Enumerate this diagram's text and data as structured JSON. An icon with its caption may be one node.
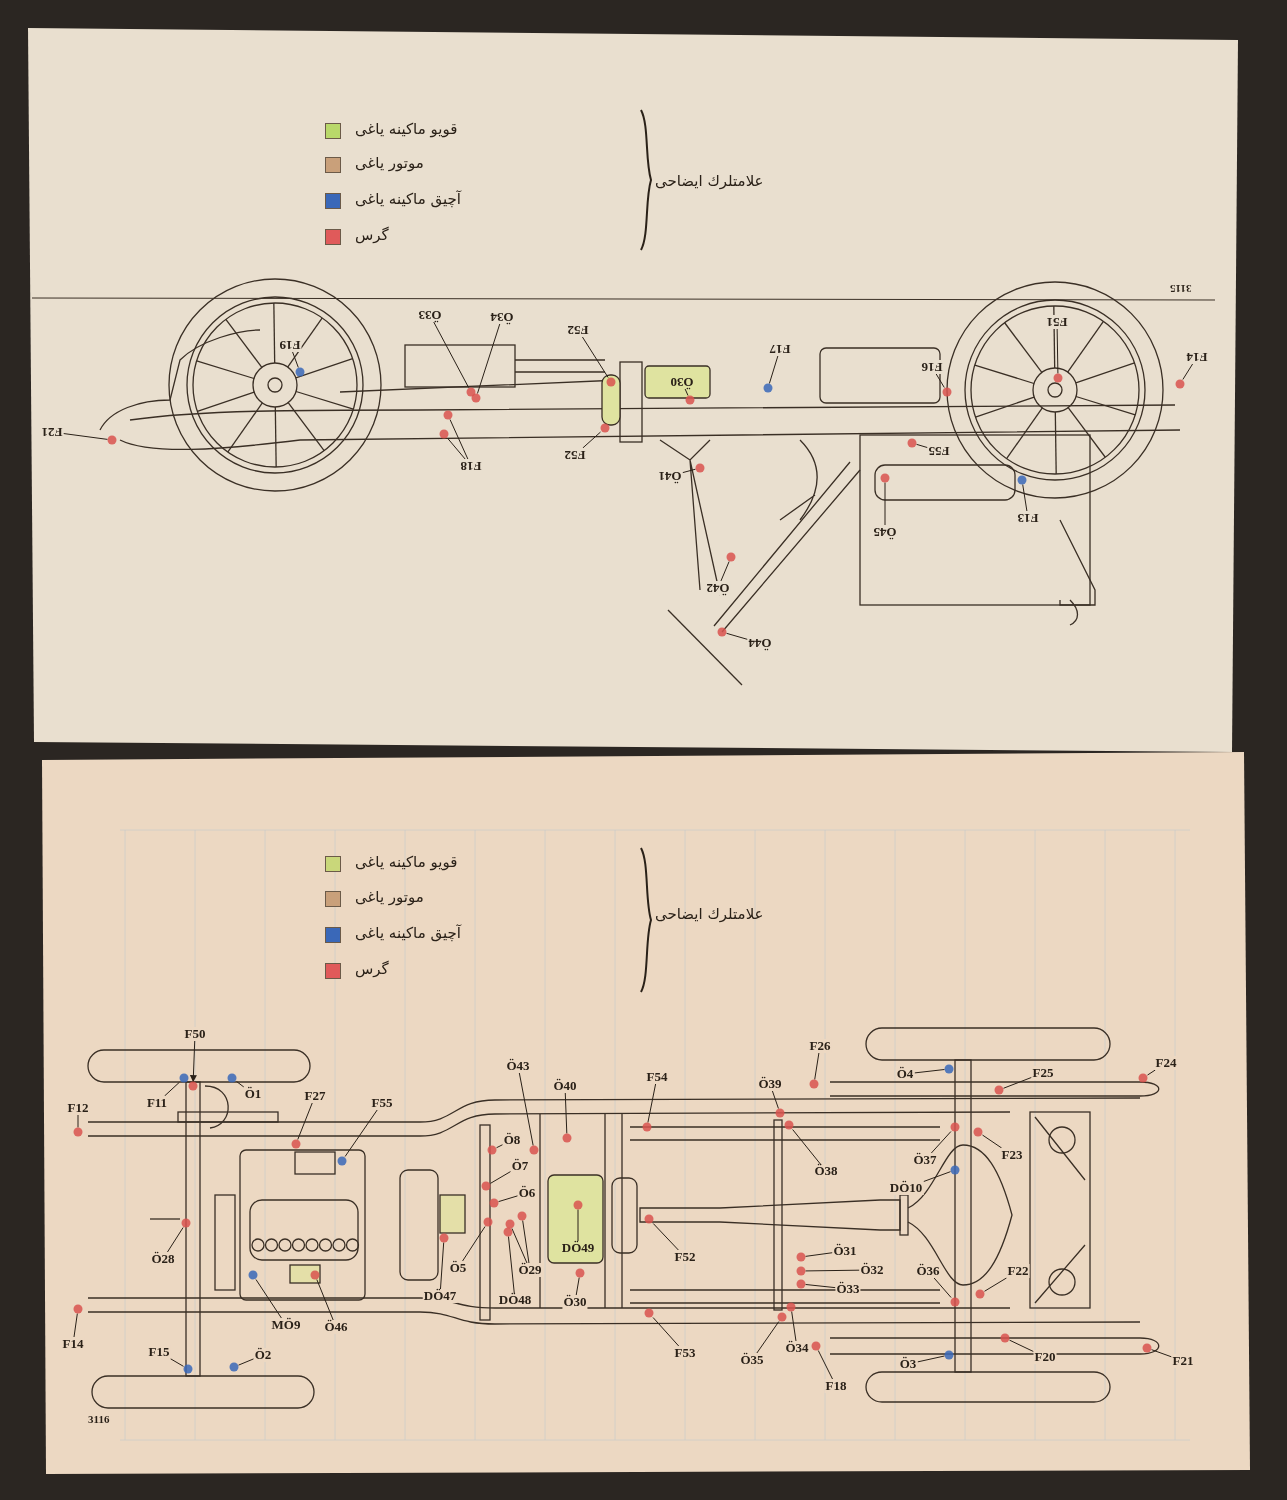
{
  "diagram": {
    "nodes": [
      {
        "text": [
          "F21"
        ]
      },
      {
        "text": [
          "F19"
        ]
      },
      {
        "text": [
          "F18"
        ]
      },
      {
        "text": [
          "Ö33"
        ]
      },
      {
        "text": [
          "Ö34"
        ]
      },
      {
        "text": [
          "F52"
        ]
      },
      {
        "text": [
          "F52"
        ]
      },
      {
        "text": [
          "Ö30"
        ]
      },
      {
        "text": [
          "F17"
        ]
      },
      {
        "text": [
          "F16"
        ]
      },
      {
        "text": [
          "F51"
        ]
      },
      {
        "text": [
          "F14"
        ]
      },
      {
        "text": [
          "F55"
        ]
      },
      {
        "text": [
          "F13"
        ]
      },
      {
        "text": [
          "Ö45"
        ]
      },
      {
        "text": [
          "Ö41"
        ]
      },
      {
        "text": [
          "Ö42"
        ]
      },
      {
        "text": [
          "Ö44"
        ]
      },
      {
        "text": [
          "F50"
        ]
      },
      {
        "text": [
          "F11"
        ]
      },
      {
        "text": [
          "Ö1"
        ]
      },
      {
        "text": [
          "F12"
        ]
      },
      {
        "text": [
          "F27"
        ]
      },
      {
        "text": [
          "F55"
        ]
      },
      {
        "text": [
          "Ö43"
        ]
      },
      {
        "text": [
          "Ö40"
        ]
      },
      {
        "text": [
          "Ö8"
        ]
      },
      {
        "text": [
          "Ö7"
        ]
      },
      {
        "text": [
          "Ö6"
        ]
      },
      {
        "text": [
          "Ö28"
        ]
      },
      {
        "text": [
          "Ö5"
        ]
      },
      {
        "text": [
          "Ö29"
        ]
      },
      {
        "text": [
          "DÖ49"
        ]
      },
      {
        "text": [
          "MÖ9"
        ]
      },
      {
        "text": [
          "Ö46"
        ]
      },
      {
        "text": [
          "DÖ47"
        ]
      },
      {
        "text": [
          "DÖ48"
        ]
      },
      {
        "text": [
          "Ö30"
        ]
      },
      {
        "text": [
          "F14"
        ]
      },
      {
        "text": [
          "F15"
        ]
      },
      {
        "text": [
          "Ö2"
        ]
      },
      {
        "text": [
          "F54"
        ]
      },
      {
        "text": [
          "F26"
        ]
      },
      {
        "text": [
          "Ö39"
        ]
      },
      {
        "text": [
          "Ö4"
        ]
      },
      {
        "text": [
          "F25"
        ]
      },
      {
        "text": [
          "F24"
        ]
      },
      {
        "text": [
          "Ö38"
        ]
      },
      {
        "text": [
          "Ö37"
        ]
      },
      {
        "text": [
          "F23"
        ]
      },
      {
        "text": [
          "DÖ10"
        ]
      },
      {
        "text": [
          "F52"
        ]
      },
      {
        "text": [
          "Ö31"
        ]
      },
      {
        "text": [
          "Ö32"
        ]
      },
      {
        "text": [
          "Ö33"
        ]
      },
      {
        "text": [
          "Ö36"
        ]
      },
      {
        "text": [
          "F22"
        ]
      },
      {
        "text": [
          "F53"
        ]
      },
      {
        "text": [
          "Ö35"
        ]
      },
      {
        "text": [
          "Ö34"
        ]
      },
      {
        "text": [
          "F18"
        ]
      },
      {
        "text": [
          "Ö3"
        ]
      },
      {
        "text": [
          "F20"
        ]
      },
      {
        "text": [
          "F21"
        ]
      },
      {
        "text": [],
        "shape": "circle"
      },
      {
        "text": [],
        "shape": "circle"
      },
      {
        "text": [],
        "shape": "circle"
      },
      {
        "text": [],
        "shape": "circle"
      },
      {
        "text": [],
        "shape": "circle"
      },
      {
        "text": [],
        "shape": "circle"
      },
      {
        "text": [],
        "shape": "circle"
      },
      {
        "text": [],
        "shape": "circle"
      },
      {
        "text": [],
        "shape": "circle"
      },
      {
        "text": [],
        "shape": "circle"
      },
      {
        "text": [],
        "shape": "circle"
      },
      {
        "text": [],
        "shape": "circle"
      },
      {
        "text": [],
        "shape": "circle"
      },
      {
        "text": [],
        "shape": "circle"
      },
      {
        "text": [],
        "shape": "circle"
      },
      {
        "text": [],
        "shape": "circle"
      },
      {
        "text": [],
        "shape": "circle"
      },
      {
        "text": [],
        "shape": "circle"
      },
      {
        "text": [],
        "shape": "circle"
      },
      {
        "text": [],
        "shape": "circle"
      },
      {
        "text": [],
        "shape": "circle"
      },
      {
        "text": [],
        "shape": "circle"
      },
      {
        "text": [],
        "shape": "circle"
      },
      {
        "text": [],
        "shape": "circle"
      },
      {
        "text": [],
        "shape": "circle"
      },
      {
        "text": [],
        "shape": "circle"
      },
      {
        "text": [],
        "shape": "circle"
      },
      {
        "text": [],
        "shape": "circle"
      },
      {
        "text": [],
        "shape": "circle"
      },
      {
        "text": [],
        "shape": "circle"
      },
      {
        "text": [],
        "shape": "circle"
      },
      {
        "text": [],
        "shape": "circle"
      },
      {
        "text": [],
        "shape": "circle"
      },
      {
        "text": [],
        "shape": "circle"
      },
      {
        "text": [],
        "shape": "circle"
      },
      {
        "text": [],
        "shape": "circle"
      },
      {
        "text": [],
        "shape": "circle"
      },
      {
        "text": [],
        "shape": "circle"
      },
      {
        "text": [],
        "shape": "circle"
      },
      {
        "text": [],
        "shape": "circle"
      },
      {
        "text": [],
        "shape": "circle"
      },
      {
        "text": [],
        "shape": "circle"
      },
      {
        "text": [],
        "shape": "circle"
      },
      {
        "text": [],
        "shape": "circle"
      },
      {
        "text": [],
        "shape": "circle"
      },
      {
        "text": [],
        "shape": "circle"
      },
      {
        "text": [],
        "shape": "circle"
      },
      {
        "text": [],
        "shape": "circle"
      },
      {
        "text": [],
        "shape": "circle"
      },
      {
        "text": [],
        "shape": "circle"
      },
      {
        "text": [],
        "shape": "circle"
      },
      {
        "text": [],
        "shape": "circle"
      },
      {
        "text": [],
        "shape": "circle"
      },
      {
        "text": [],
        "shape": "circle"
      },
      {
        "text": [],
        "shape": "circle"
      },
      {
        "text": [],
        "shape": "circle"
      },
      {
        "text": [],
        "shape": "circle"
      },
      {
        "text": [],
        "shape": "circle"
      },
      {
        "text": [],
        "shape": "circle"
      },
      {
        "text": [],
        "shape": "circle"
      },
      {
        "text": [],
        "shape": "circle"
      },
      {
        "text": [],
        "shape": "circle"
      },
      {
        "text": [],
        "shape": "circle"
      },
      {
        "text": [],
        "shape": "circle"
      },
      {
        "text": [],
        "shape": "circle"
      },
      {
        "text": [],
        "shape": "circle"
      }
    ],
    "edges": [
      {
        "from": 0,
        "to": 64,
        "arrow": "none"
      },
      {
        "from": 1,
        "to": 65,
        "arrow": "none"
      },
      {
        "from": 2,
        "to": 66,
        "arrow": "none"
      },
      {
        "from": 3,
        "to": 67,
        "arrow": "none"
      },
      {
        "from": 4,
        "to": 68,
        "arrow": "none"
      },
      {
        "from": 5,
        "to": 69,
        "arrow": "none"
      },
      {
        "from": 6,
        "to": 70,
        "arrow": "none"
      },
      {
        "from": 7,
        "to": 71,
        "arrow": "none"
      },
      {
        "from": 8,
        "to": 72,
        "arrow": "none"
      },
      {
        "from": 9,
        "to": 73,
        "arrow": "none"
      },
      {
        "from": 10,
        "to": 74,
        "arrow": "none"
      },
      {
        "from": 11,
        "to": 75,
        "arrow": "none"
      },
      {
        "from": 12,
        "to": 76,
        "arrow": "none"
      },
      {
        "from": 13,
        "to": 77,
        "arrow": "none"
      },
      {
        "from": 14,
        "to": 78,
        "arrow": "none"
      },
      {
        "from": 15,
        "to": 79,
        "arrow": "none"
      },
      {
        "from": 16,
        "to": 80,
        "arrow": "none"
      },
      {
        "from": 17,
        "to": 81,
        "arrow": "none"
      },
      {
        "from": 18,
        "to": 82,
        "arrow": "to"
      },
      {
        "from": 19,
        "to": 83,
        "arrow": "none"
      },
      {
        "from": 20,
        "to": 84,
        "arrow": "none"
      },
      {
        "from": 21,
        "to": 85,
        "arrow": "none"
      },
      {
        "from": 22,
        "to": 86,
        "arrow": "none"
      },
      {
        "from": 23,
        "to": 87,
        "arrow": "none"
      },
      {
        "from": 24,
        "to": 88,
        "arrow": "none"
      },
      {
        "from": 25,
        "to": 89,
        "arrow": "none"
      },
      {
        "from": 26,
        "to": 90,
        "arrow": "none"
      },
      {
        "from": 27,
        "to": 91,
        "arrow": "none"
      },
      {
        "from": 28,
        "to": 92,
        "arrow": "none"
      },
      {
        "from": 29,
        "to": 93,
        "arrow": "none"
      },
      {
        "from": 30,
        "to": 94,
        "arrow": "none"
      },
      {
        "from": 31,
        "to": 95,
        "arrow": "none"
      },
      {
        "from": 32,
        "to": 96,
        "arrow": "none"
      },
      {
        "from": 33,
        "to": 97,
        "arrow": "none"
      },
      {
        "from": 34,
        "to": 98,
        "arrow": "none"
      },
      {
        "from": 35,
        "to": 99,
        "arrow": "none"
      },
      {
        "from": 36,
        "to": 100,
        "arrow": "none"
      },
      {
        "from": 37,
        "to": 101,
        "arrow": "none"
      },
      {
        "from": 38,
        "to": 102,
        "arrow": "none"
      },
      {
        "from": 39,
        "to": 103,
        "arrow": "none"
      },
      {
        "from": 40,
        "to": 104,
        "arrow": "none"
      },
      {
        "from": 41,
        "to": 105,
        "arrow": "none"
      },
      {
        "from": 42,
        "to": 106,
        "arrow": "none"
      },
      {
        "from": 43,
        "to": 107,
        "arrow": "none"
      },
      {
        "from": 44,
        "to": 108,
        "arrow": "none"
      },
      {
        "from": 45,
        "to": 109,
        "arrow": "none"
      },
      {
        "from": 46,
        "to": 110,
        "arrow": "none"
      },
      {
        "from": 47,
        "to": 111,
        "arrow": "none"
      },
      {
        "from": 48,
        "to": 112,
        "arrow": "none"
      },
      {
        "from": 49,
        "to": 113,
        "arrow": "none"
      },
      {
        "from": 50,
        "to": 114,
        "arrow": "none"
      },
      {
        "from": 51,
        "to": 115,
        "arrow": "none"
      },
      {
        "from": 52,
        "to": 116,
        "arrow": "none"
      },
      {
        "from": 53,
        "to": 117,
        "arrow": "none"
      },
      {
        "from": 54,
        "to": 118,
        "arrow": "none"
      },
      {
        "from": 55,
        "to": 119,
        "arrow": "none"
      },
      {
        "from": 56,
        "to": 120,
        "arrow": "none"
      },
      {
        "from": 57,
        "to": 121,
        "arrow": "none"
      },
      {
        "from": 58,
        "to": 122,
        "arrow": "none"
      },
      {
        "from": 59,
        "to": 123,
        "arrow": "none"
      },
      {
        "from": 60,
        "to": 124,
        "arrow": "none"
      },
      {
        "from": 61,
        "to": 125,
        "arrow": "none"
      },
      {
        "from": 62,
        "to": 126,
        "arrow": "none"
      },
      {
        "from": 63,
        "to": 127,
        "arrow": "none"
      },
      {
        "from": 2,
        "to": 128,
        "arrow": "none"
      },
      {
        "from": 31,
        "to": 129,
        "arrow": "none"
      }
    ],
    "labels": [
      "علامتلرك ايضاحى",
      "3115",
      "علامتلرك ايضاحى",
      "3116"
    ],
    "legend": [
      {
        "text": "قويو ماكينه ياغى",
        "color": "#b9d86a"
      },
      {
        "text": "موتور ياغى",
        "color": "#c9a07a"
      },
      {
        "text": "آچيق ماكينه ياغى",
        "color": "#3a68b8"
      },
      {
        "text": "گرس",
        "color": "#e05a5a"
      },
      {
        "text": "قويو ماكينه ياغى",
        "color": "#c9d77a"
      },
      {
        "text": "موتور ياغى",
        "color": "#c9a07a"
      },
      {
        "text": "آچيق ماكينه ياغى",
        "color": "#3a68b8"
      },
      {
        "text": "گرس",
        "color": "#e05a5a"
      }
    ]
  }
}
